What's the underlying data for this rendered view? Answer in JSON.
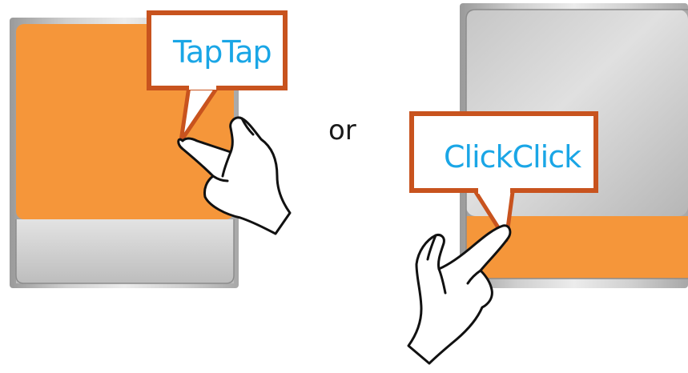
{
  "left_panel": {
    "gesture_label": "TapTap",
    "highlight_zone": "touch-surface"
  },
  "separator": {
    "text": "or"
  },
  "right_panel": {
    "gesture_label": "ClickClick",
    "highlight_zone": "click-bar"
  },
  "colors": {
    "highlight": "#f5963a",
    "callout_border": "#c8531e",
    "label_text": "#1aa6e6",
    "pad_silver": "#d4d4d4",
    "hand_outline": "#111111"
  },
  "icons": {
    "left_hand": "pointing-hand-icon",
    "right_hand": "pointing-hand-icon"
  }
}
